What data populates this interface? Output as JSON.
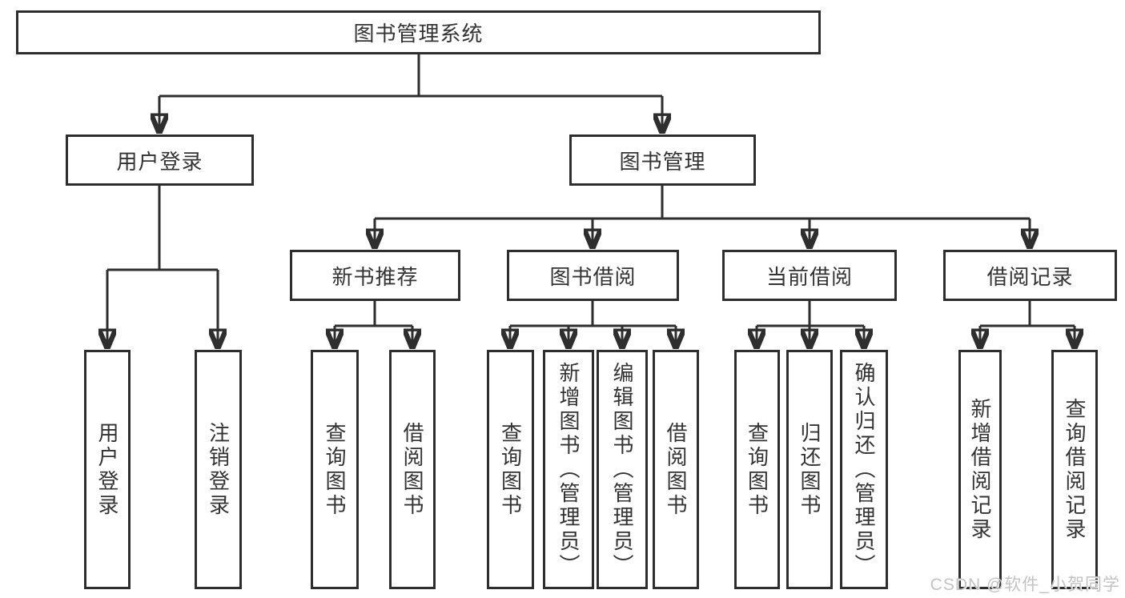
{
  "colors": {
    "line": "#2e2e2e",
    "text": "#333333",
    "watermark": "#c3c3c3",
    "background": "#ffffff"
  },
  "diagram": {
    "root": {
      "label": "图书管理系统"
    },
    "branches": [
      {
        "label": "用户登录",
        "children": [
          {
            "label": "用户登录"
          },
          {
            "label": "注销登录"
          }
        ]
      },
      {
        "label": "图书管理",
        "children": [
          {
            "label": "新书推荐",
            "children": [
              {
                "label": "查询图书"
              },
              {
                "label": "借阅图书"
              }
            ]
          },
          {
            "label": "图书借阅",
            "children": [
              {
                "label": "查询图书"
              },
              {
                "label": "新增图书（管理员）"
              },
              {
                "label": "编辑图书（管理员）"
              },
              {
                "label": "借阅图书"
              }
            ]
          },
          {
            "label": "当前借阅",
            "children": [
              {
                "label": "查询图书"
              },
              {
                "label": "归还图书"
              },
              {
                "label": "确认归还（管理员）"
              }
            ]
          },
          {
            "label": "借阅记录",
            "children": [
              {
                "label": "新增借阅记录"
              },
              {
                "label": "查询借阅记录"
              }
            ]
          }
        ]
      }
    ],
    "watermark": "CSDN @软件_小贺同学"
  }
}
